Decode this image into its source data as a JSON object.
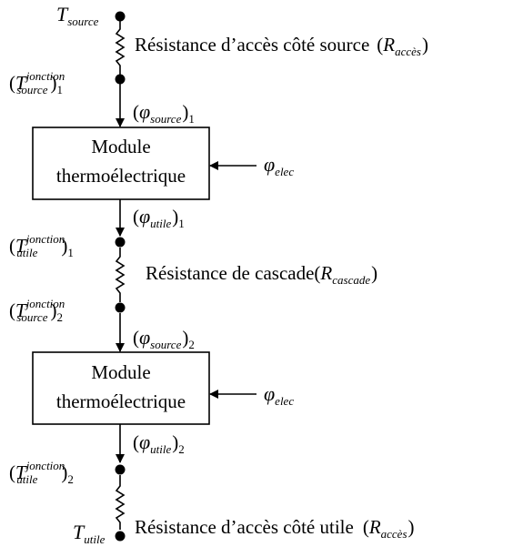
{
  "diagram": {
    "t_source": {
      "sym": "T",
      "sub": "source"
    },
    "t_utile": {
      "sym": "T",
      "sub": "utile"
    },
    "jonction": "jonction",
    "idx1": "1",
    "idx2": "2",
    "sub_source": "source",
    "sub_utile": "utile",
    "phi_sym": "φ",
    "phi_elec_sub": "elec",
    "module_line1": "Module",
    "module_line2": "thermoélectrique",
    "res_access_source": "Résistance d’accès côté source",
    "res_cascade": "Résistance de cascade",
    "res_access_utile": "Résistance d’accès côté utile",
    "r_sym": "R",
    "r_acces_sub": "accès",
    "r_cascade_sub": "cascade"
  }
}
